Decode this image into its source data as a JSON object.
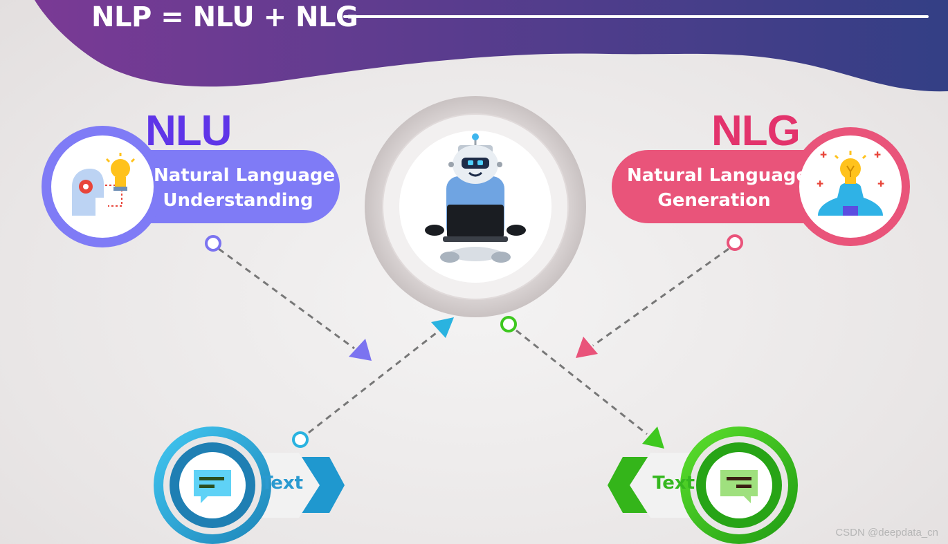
{
  "header": {
    "title": "NLP = NLU + NLG"
  },
  "nlu": {
    "abbr": "NLU",
    "line1": "Natural Language",
    "line2": "Understanding",
    "color": "#7b73f0"
  },
  "nlg": {
    "abbr": "NLG",
    "line1": "Natural Language",
    "line2": "Generation",
    "color": "#e9537a"
  },
  "center": {
    "icon": "robot-laptop-icon"
  },
  "input": {
    "label": "Text",
    "color": "#2ab3e0",
    "icon": "chat-bubble-icon"
  },
  "output": {
    "label": "Text",
    "color": "#3ec81f",
    "icon": "chat-bubble-icon"
  },
  "watermark": "CSDN @deepdata_cn",
  "colors": {
    "header_start": "#7a3a95",
    "header_end": "#333f85",
    "nlu_title": "#5f35e8",
    "nlg_title": "#e3336c"
  }
}
